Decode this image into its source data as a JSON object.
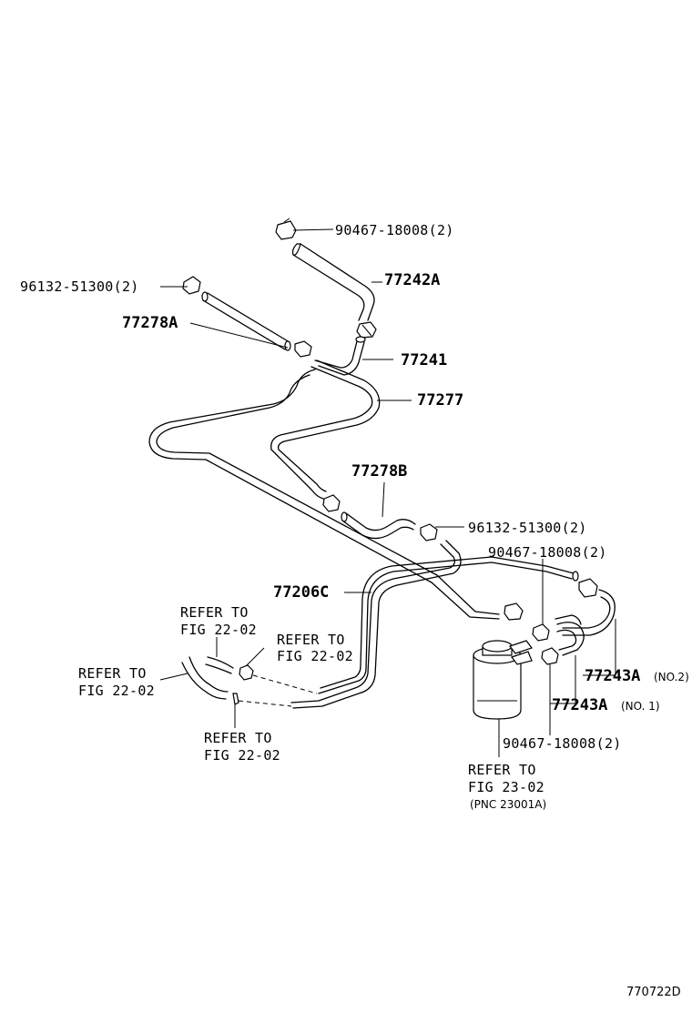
{
  "labels": {
    "clamp_top": "90467-18008(2)",
    "hose_77242A": "77242A",
    "clamp_left": "96132-51300(2)",
    "hose_77278A": "77278A",
    "hose_77241": "77241",
    "pipe_77277": "77277",
    "hose_77278B": "77278B",
    "clamp_mid": "96132-51300(2)",
    "clamp_right": "90467-18008(2)",
    "pipe_77206C": "77206C",
    "hose_77243A_no2": "77243A",
    "hose_77243A_no2_suffix": "(NO.2)",
    "hose_77243A_no1": "77243A",
    "hose_77243A_no1_suffix": "(NO. 1)",
    "clamp_bottom": "90467-18008(2)",
    "refer_a_line1": "REFER TO",
    "refer_a_line2": "FIG 22-02",
    "refer_b_line1": "REFER TO",
    "refer_b_line2": "FIG 22-02",
    "refer_c_line1": "REFER TO",
    "refer_c_line2": "FIG 22-02",
    "refer_d_line1": "REFER TO",
    "refer_d_line2": "FIG 22-02",
    "refer_e_line1": "REFER TO",
    "refer_e_line2": "FIG 23-02",
    "refer_e_line3": "(PNC 23001A)",
    "figure_code": "770722D"
  }
}
